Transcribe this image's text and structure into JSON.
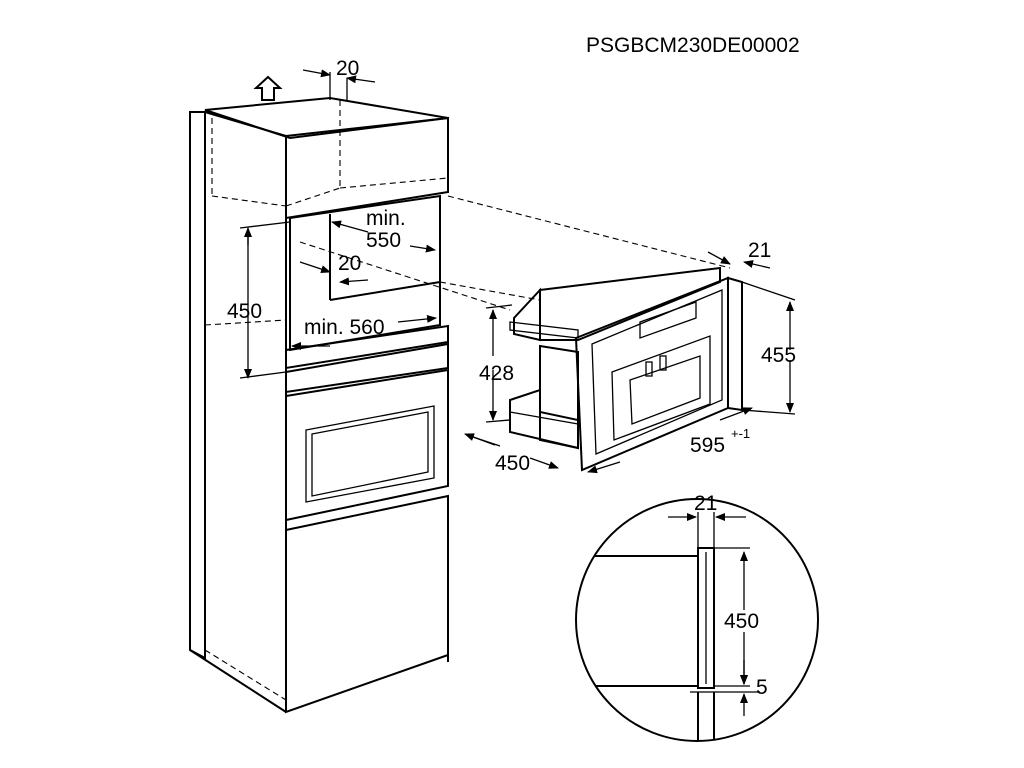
{
  "diagram": {
    "code": "PSGBCM230DE00002",
    "dims": {
      "top_gap": "20",
      "niche_depth_label1": "min.",
      "niche_depth_label2": "550",
      "inner_gap": "20",
      "niche_height": "450",
      "niche_width": "min. 560",
      "unit_depth_frame": "21",
      "unit_height_front": "455",
      "unit_height_body": "428",
      "unit_depth": "450",
      "unit_width": "595",
      "unit_width_tol": "+-1",
      "detail_frame": "21",
      "detail_height": "450",
      "detail_bottom": "5"
    }
  }
}
